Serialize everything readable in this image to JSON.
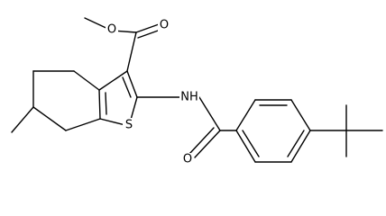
{
  "diagram": {
    "type": "skeletal-structure",
    "atom_labels": {
      "ester_carbonyl_O": "O",
      "ester_ether_O": "O",
      "thiophene_S": "S",
      "amide_NH": "NH",
      "amide_O": "O"
    },
    "colors": {
      "bond": "#000000",
      "label": "#000000",
      "background": "#ffffff"
    }
  }
}
